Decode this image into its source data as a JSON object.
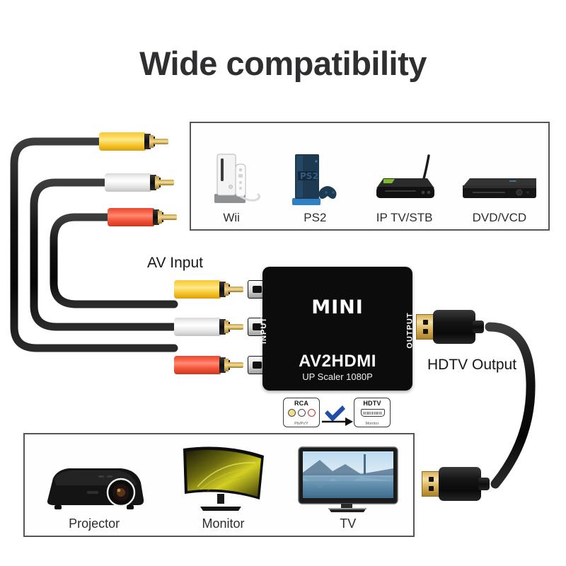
{
  "page": {
    "title": "Wide compatibility",
    "background_color": "#ffffff",
    "title_color": "#2f2f32"
  },
  "callouts": {
    "av_input": "AV Input",
    "hdtv_output": "HDTV Output"
  },
  "converter": {
    "brand": "MINI",
    "model": "AV2HDMI",
    "subtitle": "UP Scaler 1080P",
    "input_label": "INPUT",
    "output_label": "OUTPUT",
    "body_color": "#0c0c0c",
    "text_color": "#ffffff"
  },
  "badge": {
    "source_title": "RCA",
    "source_sub": "Pb/Pr/Y",
    "target_title": "HDTV",
    "target_sub": "Monitor",
    "check_color": "#1f4fa8",
    "arrow_color": "#111111"
  },
  "input_cables": {
    "connectors": [
      {
        "name": "video",
        "color": "#f7c325",
        "color_name": "yellow"
      },
      {
        "name": "audio-left",
        "color": "#e8e8e8",
        "color_name": "white"
      },
      {
        "name": "audio-right",
        "color": "#f04f33",
        "color_name": "red"
      }
    ]
  },
  "top_panel": {
    "devices": [
      {
        "label": "Wii",
        "icon": "wii-console-icon"
      },
      {
        "label": "PS2",
        "icon": "ps2-console-icon"
      },
      {
        "label": "IP TV/STB",
        "icon": "set-top-box-icon"
      },
      {
        "label": "DVD/VCD",
        "icon": "dvd-player-icon"
      }
    ]
  },
  "bottom_panel": {
    "devices": [
      {
        "label": "Projector",
        "icon": "projector-icon"
      },
      {
        "label": "Monitor",
        "icon": "curved-monitor-icon"
      },
      {
        "label": "TV",
        "icon": "flat-tv-icon"
      }
    ]
  }
}
